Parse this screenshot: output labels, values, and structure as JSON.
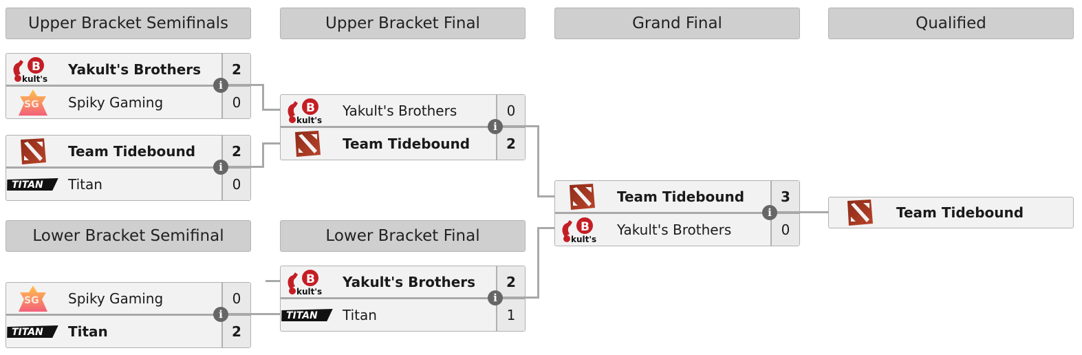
{
  "headers": {
    "upper_semis": "Upper Bracket Semifinals",
    "upper_final": "Upper Bracket Final",
    "grand_final": "Grand Final",
    "qualified": "Qualified",
    "lower_semi": "Lower Bracket Semifinal",
    "lower_final": "Lower Bracket Final"
  },
  "matches": {
    "ubs1": {
      "team1": {
        "name": "Yakult's Brothers",
        "logo": "yakults-logo",
        "score": "2",
        "winner": true
      },
      "team2": {
        "name": "Spiky Gaming",
        "logo": "spiky-logo",
        "score": "0",
        "winner": false
      }
    },
    "ubs2": {
      "team1": {
        "name": "Team Tidebound",
        "logo": "dota-logo",
        "score": "2",
        "winner": true
      },
      "team2": {
        "name": "Titan",
        "logo": "titan-logo",
        "score": "0",
        "winner": false
      }
    },
    "ubf": {
      "team1": {
        "name": "Yakult's Brothers",
        "logo": "yakults-logo",
        "score": "0",
        "winner": false
      },
      "team2": {
        "name": "Team Tidebound",
        "logo": "dota-logo",
        "score": "2",
        "winner": true
      }
    },
    "lbs": {
      "team1": {
        "name": "Spiky Gaming",
        "logo": "spiky-logo",
        "score": "0",
        "winner": false
      },
      "team2": {
        "name": "Titan",
        "logo": "titan-logo",
        "score": "2",
        "winner": true
      }
    },
    "lbf": {
      "team1": {
        "name": "Yakult's Brothers",
        "logo": "yakults-logo",
        "score": "2",
        "winner": true
      },
      "team2": {
        "name": "Titan",
        "logo": "titan-logo",
        "score": "1",
        "winner": false
      }
    },
    "gf": {
      "team1": {
        "name": "Team Tidebound",
        "logo": "dota-logo",
        "score": "3",
        "winner": true
      },
      "team2": {
        "name": "Yakult's Brothers",
        "logo": "yakults-logo",
        "score": "0",
        "winner": false
      }
    }
  },
  "qualified": {
    "name": "Team Tidebound",
    "logo": "dota-logo"
  },
  "info_icon": "i",
  "colors": {
    "header_bg": "#cfcfcf",
    "cell_bg": "#f2f2f2",
    "score_bg": "#e9e9e9",
    "line": "#a8a8a8",
    "info": "#666666"
  }
}
